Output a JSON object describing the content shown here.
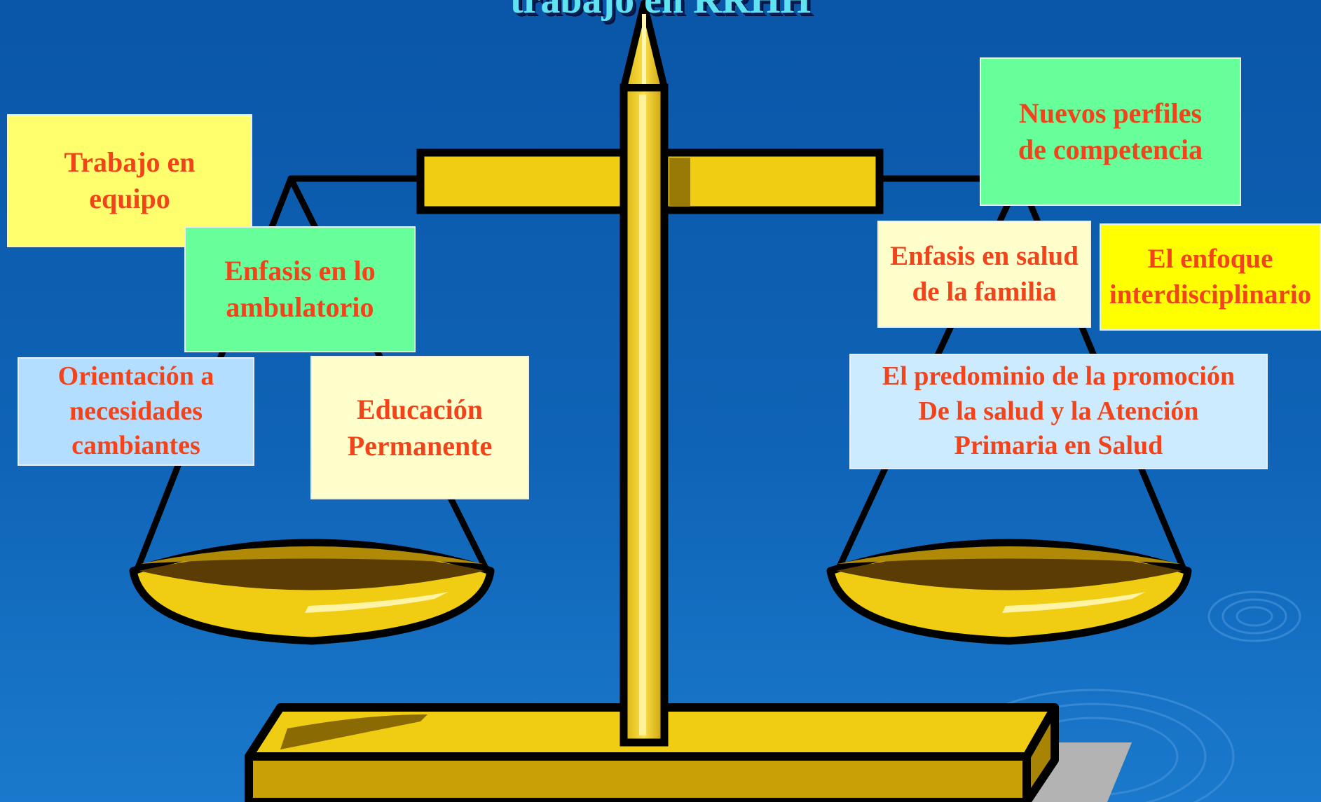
{
  "title": "trabajo en RRHH",
  "left_pan": {
    "items": [
      {
        "id": "trabajo",
        "text": "Trabajo en\nequipo",
        "bg": "#ffff6e"
      },
      {
        "id": "ambulatorio",
        "text": "Enfasis en lo\nambulatorio",
        "bg": "#66ff99"
      },
      {
        "id": "necesidades",
        "text": "Orientación a\nnecesidades\ncambiantes",
        "bg": "#b4deff"
      },
      {
        "id": "educacion",
        "text": "Educación\nPermanente",
        "bg": "#ffffcc"
      }
    ]
  },
  "right_pan": {
    "items": [
      {
        "id": "perfiles",
        "text": "Nuevos  perfiles\nde competencia",
        "bg": "#66ff99"
      },
      {
        "id": "familia",
        "text": "Enfasis en salud\nde la familia",
        "bg": "#ffffcc"
      },
      {
        "id": "interdisciplinario",
        "text": "El enfoque\ninterdisciplinario",
        "bg": "#ffff00"
      },
      {
        "id": "promocion",
        "text": "El predominio de la promoción\nDe la salud y la Atención\nPrimaria en Salud",
        "bg": "#ccebff"
      }
    ]
  },
  "colors": {
    "background": "#0f63b6",
    "text": "#f2431a",
    "gold": "#f0cc12",
    "dark_gold": "#9a7a06",
    "outline": "#000000"
  },
  "icons": [
    "balance-scale-icon",
    "water-ripple-icon"
  ]
}
